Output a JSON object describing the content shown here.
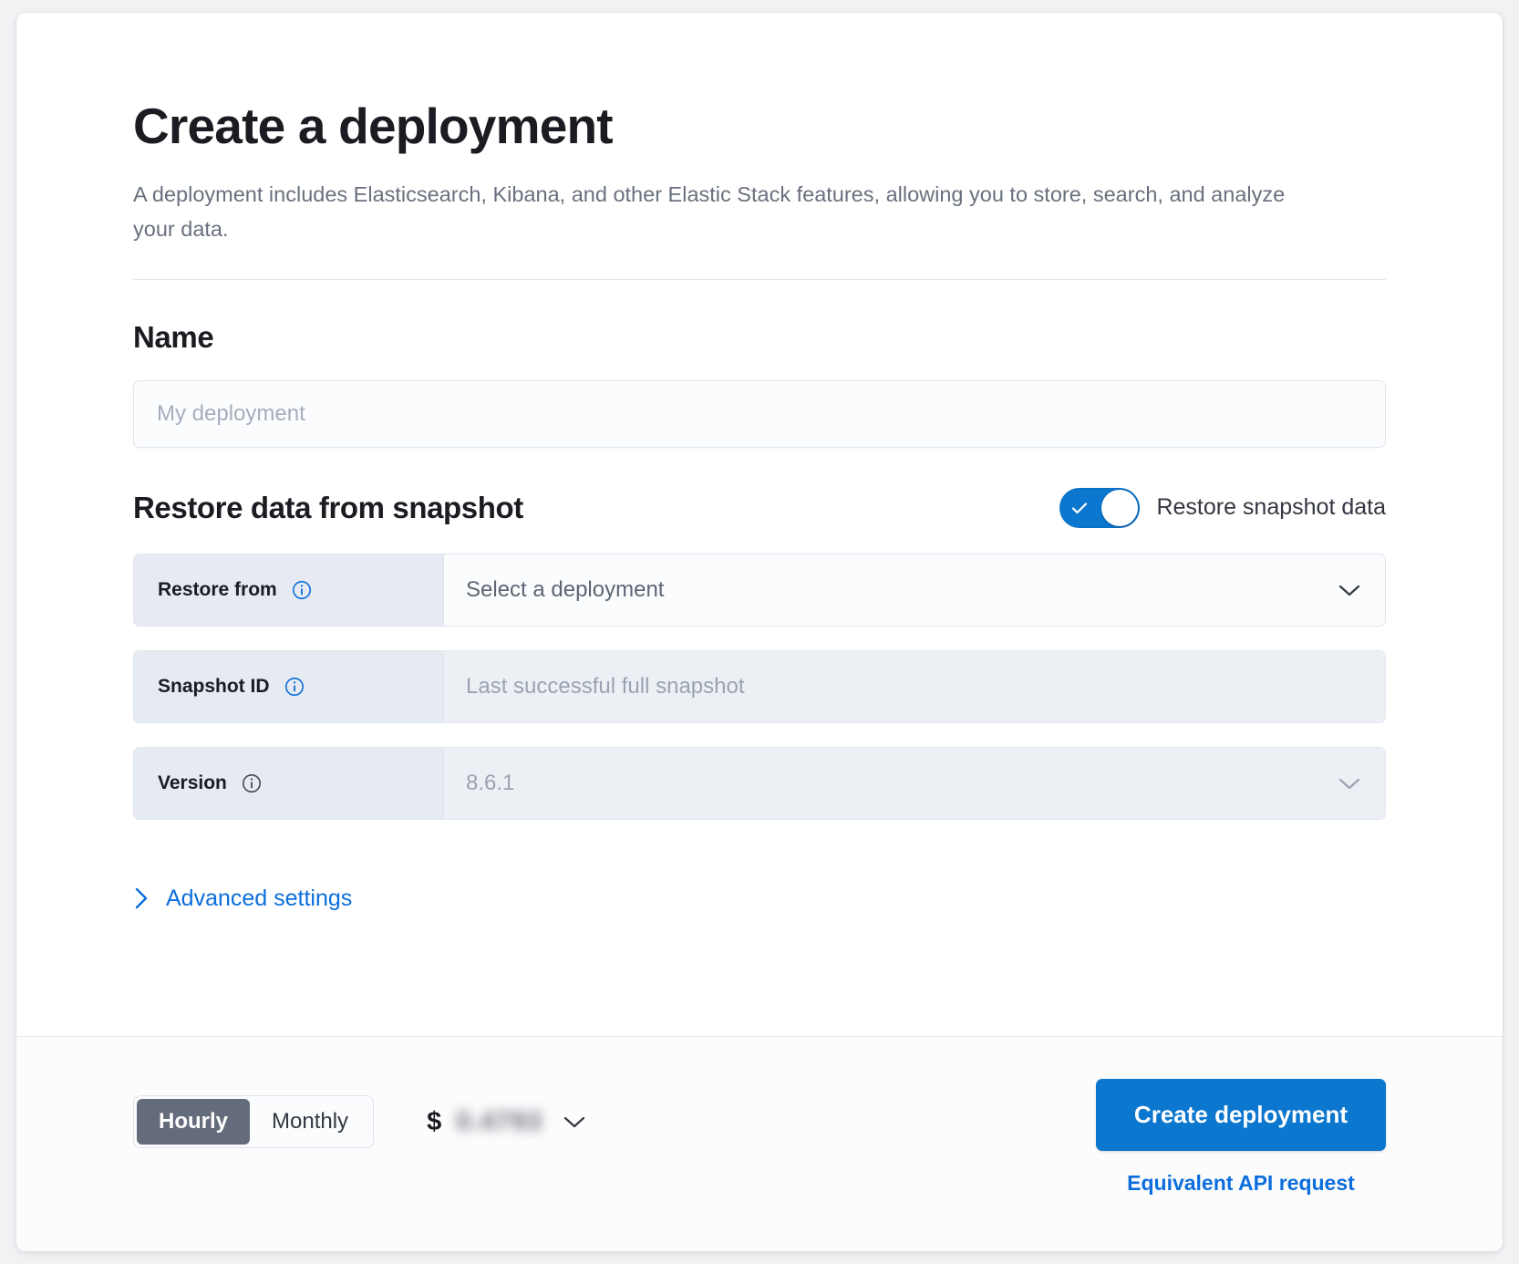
{
  "page": {
    "title": "Create a deployment",
    "subtitle": "A deployment includes Elasticsearch, Kibana, and other Elastic Stack features, allowing you to store, search, and analyze your data."
  },
  "name_section": {
    "heading": "Name",
    "placeholder": "My deployment"
  },
  "restore_section": {
    "heading": "Restore data from snapshot",
    "toggle_label": "Restore snapshot data",
    "toggle_on": true,
    "rows": [
      {
        "label": "Restore from",
        "value": "Select a deployment",
        "control": "dropdown",
        "disabled": false,
        "info_icon": "info-circle-icon"
      },
      {
        "label": "Snapshot ID",
        "value": "Last successful full snapshot",
        "control": "text",
        "disabled": true,
        "info_icon": "info-circle-icon"
      },
      {
        "label": "Version",
        "value": "8.6.1",
        "control": "dropdown",
        "disabled": true,
        "info_icon": "info-circle-icon"
      }
    ]
  },
  "advanced": {
    "label": "Advanced settings",
    "icon": "chevron-right-icon",
    "expanded": false
  },
  "footer": {
    "billing_options": [
      "Hourly",
      "Monthly"
    ],
    "billing_selected": "Hourly",
    "price_currency": "$",
    "price_amount": "0.4793",
    "price_chevron": "chevron-down-icon",
    "create_button": "Create deployment",
    "api_link": "Equivalent API request"
  },
  "colors": {
    "accent_blue": "#0b77cf",
    "link_blue": "#0b6edc",
    "label_bg": "#e7eaf3",
    "text_dark": "#1a1c21",
    "text_muted": "#69707d",
    "segment_active_bg": "#646c7b"
  }
}
